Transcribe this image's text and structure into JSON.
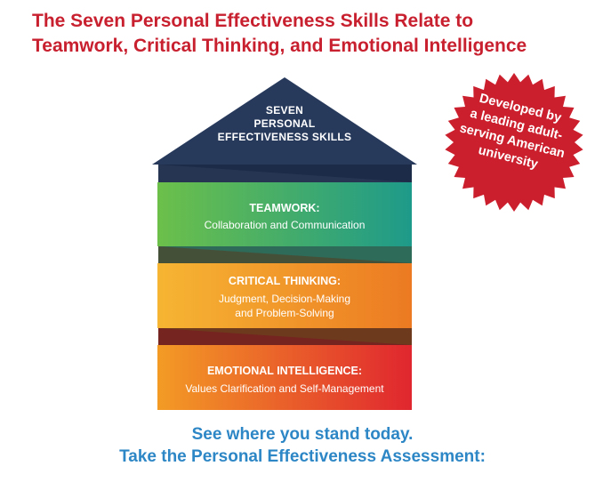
{
  "title": {
    "line1": "The Seven Personal Effectiveness Skills Relate to",
    "line2": "Teamwork, Critical Thinking, and Emotional Intelligence"
  },
  "roof": {
    "line1": "SEVEN",
    "line2": "PERSONAL",
    "line3": "EFFECTIVENESS SKILLS",
    "color": "#283a5c"
  },
  "bands": [
    {
      "title": "TEAMWORK:",
      "sub1": "Collaboration and Communication",
      "sub2": "",
      "color_start": "#6cc04a",
      "color_end": "#1e9a8a"
    },
    {
      "title": "CRITICAL THINKING:",
      "sub1": "Judgment, Decision-Making",
      "sub2": "and Problem-Solving",
      "color_start": "#f6b533",
      "color_end": "#ec7a22"
    },
    {
      "title": "EMOTIONAL INTELLIGENCE:",
      "sub1": "Values Clarification and Self-Management",
      "sub2": "",
      "color_start": "#f39b25",
      "color_end": "#e0262f"
    }
  ],
  "badge": {
    "line1": "Developed by",
    "line2": "a leading adult-",
    "line3": "serving American",
    "line4": "university",
    "color": "#cc1f2d"
  },
  "cta": {
    "line1": "See where you stand today.",
    "line2": "Take the Personal Effectiveness Assessment:"
  }
}
